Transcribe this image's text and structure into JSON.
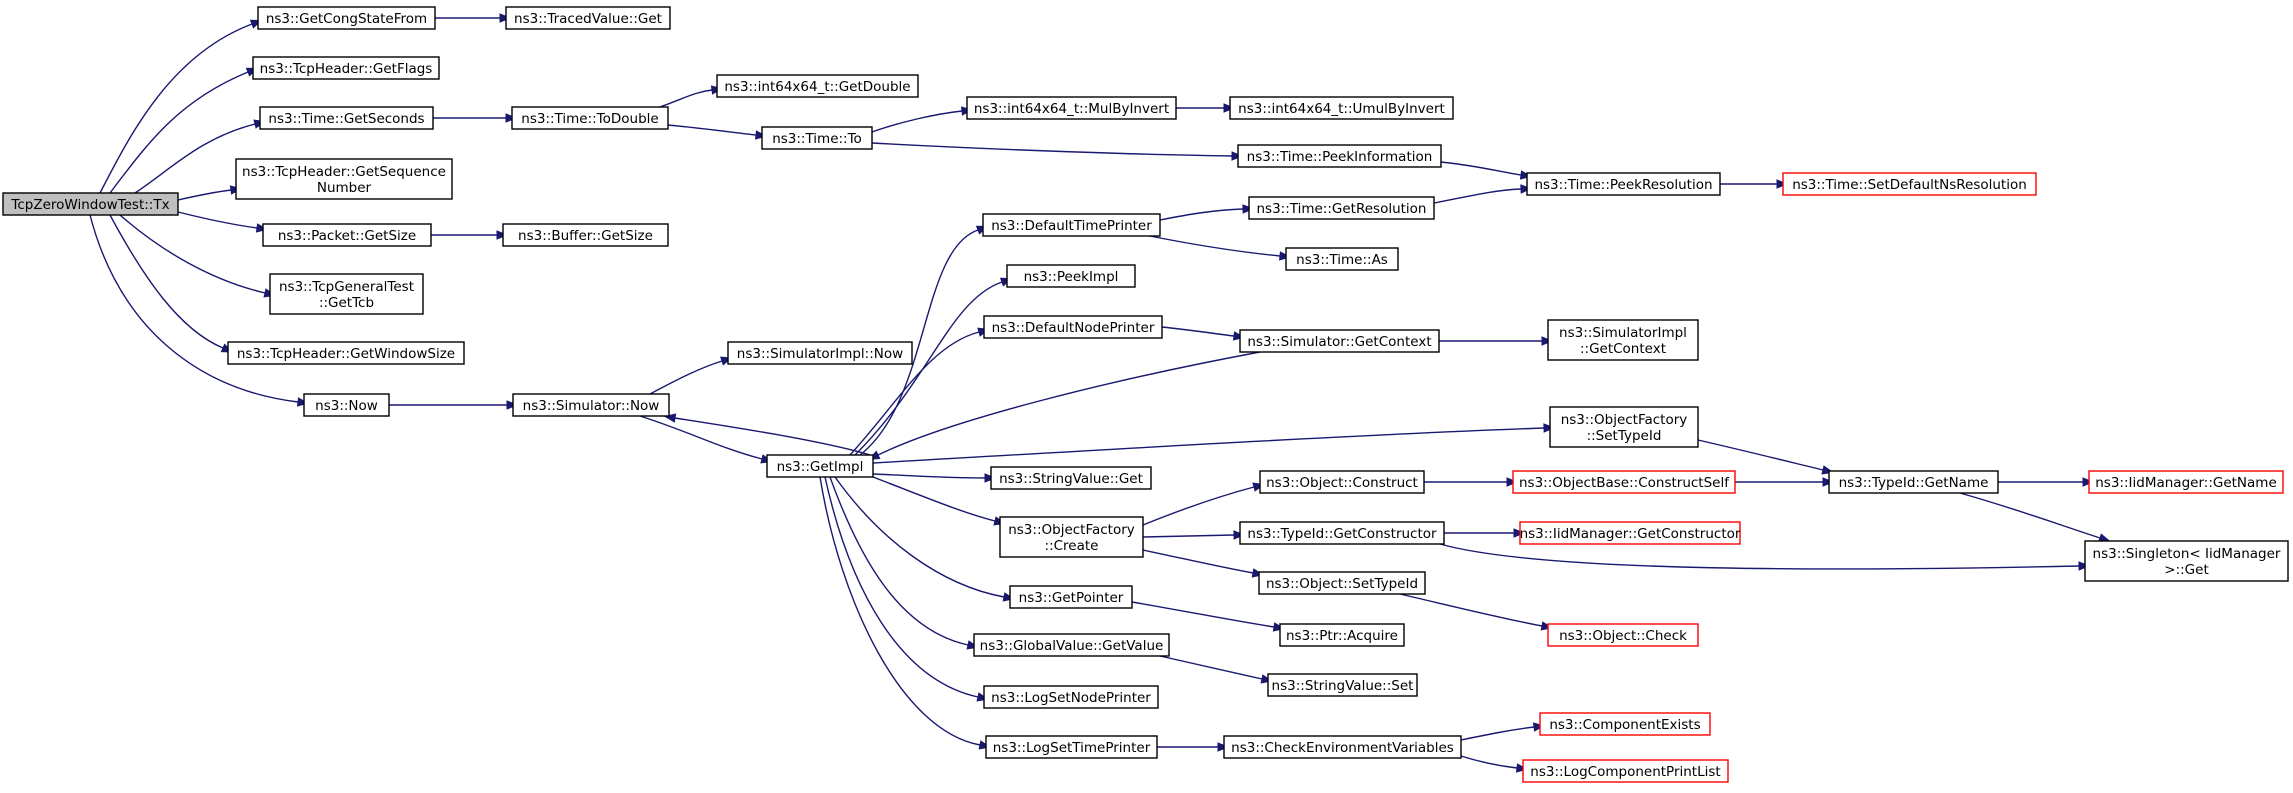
{
  "graph": {
    "root": "TcpZeroWindowTest::Tx",
    "nodes": [
      {
        "id": "root",
        "label": [
          "TcpZeroWindowTest::Tx"
        ],
        "highlight": true
      },
      {
        "id": "getCongStateFrom",
        "label": [
          "ns3::GetCongStateFrom"
        ]
      },
      {
        "id": "tracedValueGet",
        "label": [
          "ns3::TracedValue::Get"
        ]
      },
      {
        "id": "tcpHeaderGetFlags",
        "label": [
          "ns3::TcpHeader::GetFlags"
        ]
      },
      {
        "id": "timeGetSeconds",
        "label": [
          "ns3::Time::GetSeconds"
        ]
      },
      {
        "id": "timeToDouble",
        "label": [
          "ns3::Time::ToDouble"
        ]
      },
      {
        "id": "int64GetDouble",
        "label": [
          "ns3::int64x64_t::GetDouble"
        ]
      },
      {
        "id": "timeTo",
        "label": [
          "ns3::Time::To"
        ]
      },
      {
        "id": "int64MulByInvert",
        "label": [
          "ns3::int64x64_t::MulByInvert"
        ]
      },
      {
        "id": "int64UmulByInvert",
        "label": [
          "ns3::int64x64_t::UmulByInvert"
        ]
      },
      {
        "id": "timePeekInformation",
        "label": [
          "ns3::Time::PeekInformation"
        ]
      },
      {
        "id": "timePeekResolution",
        "label": [
          "ns3::Time::PeekResolution"
        ]
      },
      {
        "id": "setDefaultNsResolution",
        "label": [
          "ns3::Time::SetDefaultNsResolution"
        ],
        "external": true
      },
      {
        "id": "tcpHeaderGetSequenceNumber",
        "label": [
          "ns3::TcpHeader::GetSequence",
          "Number"
        ]
      },
      {
        "id": "packetGetSize",
        "label": [
          "ns3::Packet::GetSize"
        ]
      },
      {
        "id": "bufferGetSize",
        "label": [
          "ns3::Buffer::GetSize"
        ]
      },
      {
        "id": "tcpGeneralTestGetTcb",
        "label": [
          "ns3::TcpGeneralTest",
          "::GetTcb"
        ]
      },
      {
        "id": "tcpHeaderGetWindowSize",
        "label": [
          "ns3::TcpHeader::GetWindowSize"
        ]
      },
      {
        "id": "now",
        "label": [
          "ns3::Now"
        ]
      },
      {
        "id": "simulatorNow",
        "label": [
          "ns3::Simulator::Now"
        ]
      },
      {
        "id": "simulatorImplNow",
        "label": [
          "ns3::SimulatorImpl::Now"
        ]
      },
      {
        "id": "getImpl",
        "label": [
          "ns3::GetImpl"
        ]
      },
      {
        "id": "defaultTimePrinter",
        "label": [
          "ns3::DefaultTimePrinter"
        ]
      },
      {
        "id": "timeGetResolution",
        "label": [
          "ns3::Time::GetResolution"
        ]
      },
      {
        "id": "timeAs",
        "label": [
          "ns3::Time::As"
        ]
      },
      {
        "id": "peekImpl",
        "label": [
          "ns3::PeekImpl"
        ]
      },
      {
        "id": "defaultNodePrinter",
        "label": [
          "ns3::DefaultNodePrinter"
        ]
      },
      {
        "id": "simulatorGetContext",
        "label": [
          "ns3::Simulator::GetContext"
        ]
      },
      {
        "id": "simulatorImplGetContext",
        "label": [
          "ns3::SimulatorImpl",
          "::GetContext"
        ]
      },
      {
        "id": "objectFactorySetTypeId",
        "label": [
          "ns3::ObjectFactory",
          "::SetTypeId"
        ]
      },
      {
        "id": "stringValueGet",
        "label": [
          "ns3::StringValue::Get"
        ]
      },
      {
        "id": "objectConstruct",
        "label": [
          "ns3::Object::Construct"
        ]
      },
      {
        "id": "objectBaseConstructSelf",
        "label": [
          "ns3::ObjectBase::ConstructSelf"
        ],
        "external": true
      },
      {
        "id": "typeIdGetName",
        "label": [
          "ns3::TypeId::GetName"
        ]
      },
      {
        "id": "iidManagerGetName",
        "label": [
          "ns3::IidManager::GetName"
        ],
        "external": true
      },
      {
        "id": "objectFactoryCreate",
        "label": [
          "ns3::ObjectFactory",
          "::Create"
        ]
      },
      {
        "id": "typeIdGetConstructor",
        "label": [
          "ns3::TypeId::GetConstructor"
        ]
      },
      {
        "id": "iidManagerGetConstructor",
        "label": [
          "ns3::IidManager::GetConstructor"
        ],
        "external": true
      },
      {
        "id": "singletonGet",
        "label": [
          "ns3::Singleton< IidManager",
          ">::Get"
        ]
      },
      {
        "id": "objectSetTypeId",
        "label": [
          "ns3::Object::SetTypeId"
        ]
      },
      {
        "id": "getPointer",
        "label": [
          "ns3::GetPointer"
        ]
      },
      {
        "id": "ptrAcquire",
        "label": [
          "ns3::Ptr::Acquire"
        ]
      },
      {
        "id": "objectCheck",
        "label": [
          "ns3::Object::Check"
        ],
        "external": true
      },
      {
        "id": "globalValueGetValue",
        "label": [
          "ns3::GlobalValue::GetValue"
        ]
      },
      {
        "id": "stringValueSet",
        "label": [
          "ns3::StringValue::Set"
        ]
      },
      {
        "id": "logSetNodePrinter",
        "label": [
          "ns3::LogSetNodePrinter"
        ]
      },
      {
        "id": "logSetTimePrinter",
        "label": [
          "ns3::LogSetTimePrinter"
        ]
      },
      {
        "id": "checkEnvironmentVariables",
        "label": [
          "ns3::CheckEnvironmentVariables"
        ]
      },
      {
        "id": "componentExists",
        "label": [
          "ns3::ComponentExists"
        ],
        "external": true
      },
      {
        "id": "logComponentPrintList",
        "label": [
          "ns3::LogComponentPrintList"
        ],
        "external": true
      }
    ],
    "edges": [
      [
        "root",
        "getCongStateFrom"
      ],
      [
        "getCongStateFrom",
        "tracedValueGet"
      ],
      [
        "root",
        "tcpHeaderGetFlags"
      ],
      [
        "root",
        "timeGetSeconds"
      ],
      [
        "timeGetSeconds",
        "timeToDouble"
      ],
      [
        "timeToDouble",
        "int64GetDouble"
      ],
      [
        "timeToDouble",
        "timeTo"
      ],
      [
        "timeTo",
        "int64MulByInvert"
      ],
      [
        "int64MulByInvert",
        "int64UmulByInvert"
      ],
      [
        "timeTo",
        "timePeekInformation"
      ],
      [
        "timePeekInformation",
        "timePeekResolution"
      ],
      [
        "timePeekResolution",
        "setDefaultNsResolution"
      ],
      [
        "root",
        "tcpHeaderGetSequenceNumber"
      ],
      [
        "root",
        "packetGetSize"
      ],
      [
        "packetGetSize",
        "bufferGetSize"
      ],
      [
        "root",
        "tcpGeneralTestGetTcb"
      ],
      [
        "root",
        "tcpHeaderGetWindowSize"
      ],
      [
        "root",
        "now"
      ],
      [
        "now",
        "simulatorNow"
      ],
      [
        "simulatorNow",
        "simulatorImplNow"
      ],
      [
        "simulatorNow",
        "getImpl"
      ],
      [
        "getImpl",
        "simulatorNow"
      ],
      [
        "getImpl",
        "defaultTimePrinter"
      ],
      [
        "defaultTimePrinter",
        "timeGetResolution"
      ],
      [
        "timeGetResolution",
        "timePeekResolution"
      ],
      [
        "defaultTimePrinter",
        "timeAs"
      ],
      [
        "getImpl",
        "peekImpl"
      ],
      [
        "getImpl",
        "defaultNodePrinter"
      ],
      [
        "defaultNodePrinter",
        "simulatorGetContext"
      ],
      [
        "simulatorGetContext",
        "simulatorImplGetContext"
      ],
      [
        "simulatorGetContext",
        "getImpl"
      ],
      [
        "getImpl",
        "objectFactorySetTypeId"
      ],
      [
        "objectFactorySetTypeId",
        "typeIdGetName"
      ],
      [
        "getImpl",
        "stringValueGet"
      ],
      [
        "getImpl",
        "objectFactoryCreate"
      ],
      [
        "objectFactoryCreate",
        "objectConstruct"
      ],
      [
        "objectConstruct",
        "objectBaseConstructSelf"
      ],
      [
        "objectBaseConstructSelf",
        "typeIdGetName"
      ],
      [
        "typeIdGetName",
        "iidManagerGetName"
      ],
      [
        "typeIdGetName",
        "singletonGet"
      ],
      [
        "objectFactoryCreate",
        "typeIdGetConstructor"
      ],
      [
        "typeIdGetConstructor",
        "iidManagerGetConstructor"
      ],
      [
        "typeIdGetConstructor",
        "singletonGet"
      ],
      [
        "objectFactoryCreate",
        "objectSetTypeId"
      ],
      [
        "objectSetTypeId",
        "objectCheck"
      ],
      [
        "getImpl",
        "getPointer"
      ],
      [
        "getPointer",
        "ptrAcquire"
      ],
      [
        "getImpl",
        "globalValueGetValue"
      ],
      [
        "globalValueGetValue",
        "stringValueSet"
      ],
      [
        "getImpl",
        "logSetNodePrinter"
      ],
      [
        "getImpl",
        "logSetTimePrinter"
      ],
      [
        "logSetTimePrinter",
        "checkEnvironmentVariables"
      ],
      [
        "checkEnvironmentVariables",
        "componentExists"
      ],
      [
        "checkEnvironmentVariables",
        "logComponentPrintList"
      ]
    ]
  },
  "colors": {
    "edge": "#191970",
    "node_border": "#000000",
    "external_border": "#ff0000",
    "root_fill": "#bfbfbf",
    "background": "#ffffff"
  }
}
